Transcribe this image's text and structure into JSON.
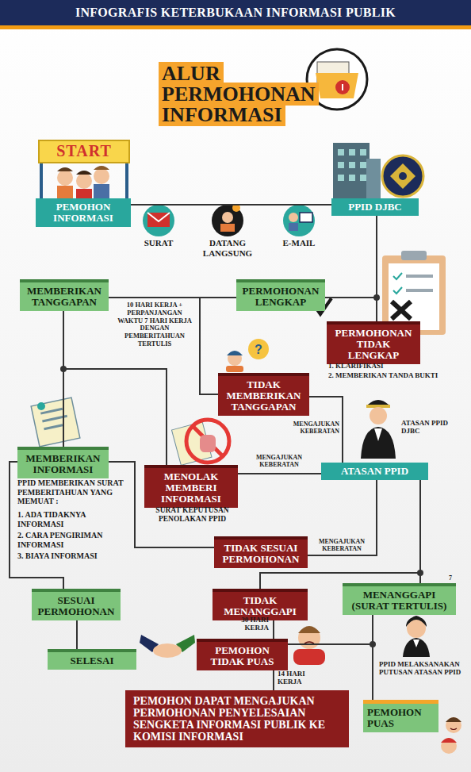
{
  "diagram": {
    "title": "INFOGRAFIS KETERBUKAAN INFORMASI PUBLIK",
    "nodes": [
      {
        "text": [
          "ALUR PERMOHONAN INFORMASI"
        ]
      },
      {
        "text": [
          "START"
        ]
      },
      {
        "text": [
          "PEMOHON INFORMASI"
        ]
      },
      {
        "text": [
          "PPID DJBC"
        ]
      },
      {
        "text": [
          "MEMBERIKAN TANGGAPAN"
        ]
      },
      {
        "text": [
          "PERMOHONAN LENGKAP"
        ]
      },
      {
        "text": [
          "PERMOHONAN TIDAK LENGKAP"
        ]
      },
      {
        "text": [
          "TIDAK MEMBERIKAN TANGGAPAN"
        ]
      },
      {
        "text": [
          "MEMBERIKAN INFORMASI"
        ]
      },
      {
        "text": [
          "MENOLAK MEMBERI INFORMASI"
        ]
      },
      {
        "text": [
          "ATASAN PPID"
        ]
      },
      {
        "text": [
          "TIDAK SESUAI PERMOHONAN"
        ]
      },
      {
        "text": [
          "SESUAI PERMOHONAN"
        ]
      },
      {
        "text": [
          "TIDAK MENANGGAPI"
        ]
      },
      {
        "text": [
          "MENANGGAPI (SURAT TERTULIS)"
        ]
      },
      {
        "text": [
          "SELESAI"
        ]
      },
      {
        "text": [
          "PEMOHON TIDAK PUAS"
        ]
      },
      {
        "text": [
          "PEMOHON DAPAT MENGAJUKAN PERMOHONAN PENYELESAIAN SENGKETA INFORMASI PUBLIK KE KOMISI INFORMASI"
        ]
      },
      {
        "text": [
          "PEMOHON PUAS"
        ]
      }
    ],
    "edges": [
      {
        "from": 2,
        "to": 3,
        "arrow": "none"
      },
      {
        "from": 3,
        "to": 5,
        "arrow": "none"
      },
      {
        "from": 3,
        "to": 6,
        "arrow": "none"
      },
      {
        "from": 5,
        "to": 4,
        "label": "10 HARI KERJA + PERPANJANGAN WAKTU 7 HARI KERJA DENGAN PEMBERITAHUAN TERTULIS",
        "arrow": "none"
      },
      {
        "from": 5,
        "to": 7,
        "arrow": "none"
      },
      {
        "from": 4,
        "to": 8,
        "arrow": "none"
      },
      {
        "from": 4,
        "to": 9,
        "arrow": "none"
      },
      {
        "from": 7,
        "to": 10,
        "label": "MENGAJUKAN KEBERATAN",
        "arrow": "none"
      },
      {
        "from": 9,
        "to": 10,
        "label": "MENGAJUKAN KEBERATAN",
        "arrow": "none"
      },
      {
        "from": 8,
        "to": 11,
        "arrow": "none"
      },
      {
        "from": 11,
        "to": 10,
        "label": "MENGAJUKAN KEBERATAN",
        "arrow": "none"
      },
      {
        "from": 8,
        "to": 12,
        "arrow": "none"
      },
      {
        "from": 10,
        "to": 13,
        "arrow": "none"
      },
      {
        "from": 10,
        "to": 14,
        "arrow": "none"
      },
      {
        "from": 12,
        "to": 15,
        "arrow": "none"
      },
      {
        "from": 13,
        "to": 16,
        "label": "30 HARI KERJA",
        "arrow": "none"
      },
      {
        "from": 14,
        "to": 16,
        "arrow": "none"
      },
      {
        "from": 14,
        "to": 18,
        "arrow": "none"
      },
      {
        "from": 16,
        "to": 17,
        "label": "14 HARI KERJA",
        "arrow": "none"
      }
    ],
    "labels": [
      "SURAT",
      "DATANG LANGSUNG",
      "E-MAIL",
      "1. KLARIFIKASI",
      "2. MEMBERIKAN TANDA BUKTI",
      "ATASAN PPID DJBC",
      "PPID MEMBERIKAN SURAT PEMBERITAHUAN YANG MEMUAT :",
      "1. ADA TIDAKNYA INFORMASI",
      "2. CARA PENGIRIMAN INFORMASI",
      "3. BIAYA INFORMASI",
      "SURAT KEPUTUSAN PENOLAKAN PPID",
      "7",
      "PPID MELAKSANAKAN PUTUSAN ATASAN PPID"
    ]
  }
}
